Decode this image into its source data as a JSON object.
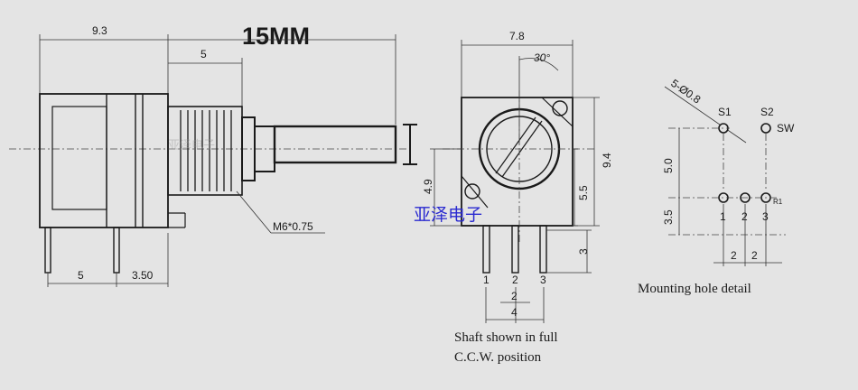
{
  "title": "15MM",
  "side_view": {
    "dim_total": "9.3",
    "dim_thread": "5",
    "thread_label": "M6*0.75",
    "dim_pin_left": "5",
    "dim_pin_right": "3.50",
    "watermark": "亚泽电子"
  },
  "front_view": {
    "dim_width": "7.8",
    "dim_angle": "30°",
    "dim_height": "9.4",
    "dim_center": "4.9",
    "dim_shaft_height": "5.5",
    "dim_pin_len": "3",
    "pins": [
      "1",
      "2",
      "3"
    ],
    "dim_pitch": "2",
    "dim_span": "4",
    "caption_line1": "Shaft shown in full",
    "caption_line2": "C.C.W. position",
    "watermark": "亚泽电子"
  },
  "mounting": {
    "hole_spec": "5-Ø0.8",
    "s1": "S1",
    "s2": "S2",
    "sw": "SW",
    "dim_v1": "5.0",
    "dim_v2": "3.5",
    "pins": [
      "1",
      "2",
      "3"
    ],
    "r1": "R1",
    "dim_h1": "2",
    "dim_h2": "2",
    "caption": "Mounting hole detail"
  }
}
